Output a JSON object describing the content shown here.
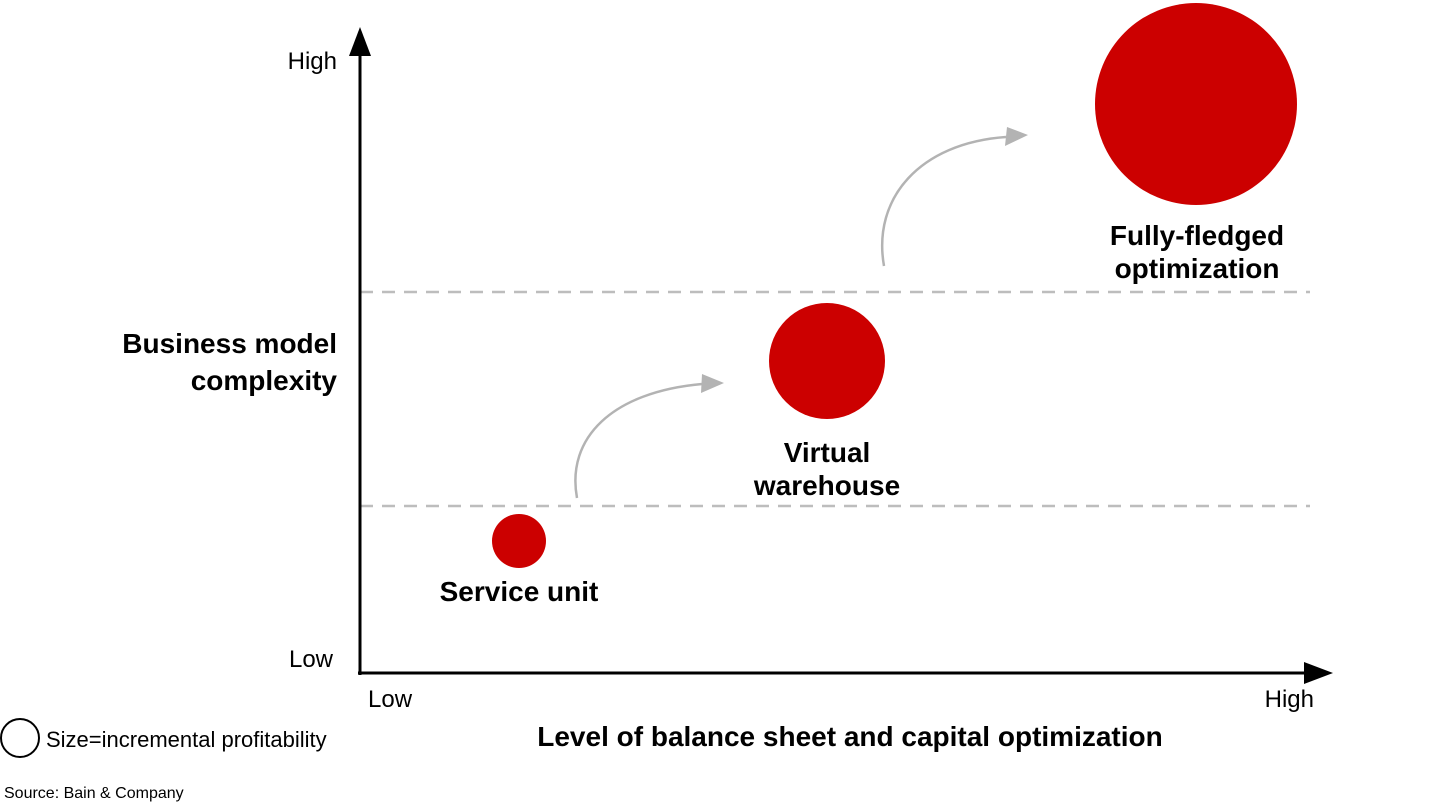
{
  "chart_data": {
    "type": "scatter",
    "subtype": "bubble-progression",
    "title": "",
    "xlabel": "Level of balance sheet and capital optimization",
    "ylabel": "Business model complexity",
    "x_ticks": [
      "Low",
      "High"
    ],
    "y_ticks": [
      "Low",
      "High"
    ],
    "x_range": [
      "Low",
      "High"
    ],
    "y_range": [
      "Low",
      "High"
    ],
    "grid": "two horizontal dashed separator lines",
    "bubble_color": "#cc0000",
    "arrow_color": "#b3b3b3",
    "dashed_line_color": "#bdbdbd",
    "size_meaning": "incremental profitability",
    "points": [
      {
        "label": "Service unit",
        "x": "Low",
        "y": "Low",
        "size": "small",
        "cx": 519,
        "cy": 541,
        "r": 27
      },
      {
        "label": "Virtual warehouse",
        "x": "Medium",
        "y": "Medium",
        "size": "medium",
        "cx": 827,
        "cy": 361,
        "r": 58
      },
      {
        "label": "Fully-fledged optimization",
        "x": "High",
        "y": "High",
        "size": "large",
        "cx": 1196,
        "cy": 104,
        "r": 101
      }
    ],
    "annotations": [
      "curved arrow from Service unit to Virtual warehouse",
      "curved arrow from Virtual warehouse to Fully-fledged optimization"
    ]
  },
  "axes": {
    "y_high": "High",
    "y_low": "Low",
    "x_low": "Low",
    "x_high": "High"
  },
  "legend": {
    "label": "Size=incremental profitability"
  },
  "source": {
    "text": "Source: Bain & Company"
  }
}
